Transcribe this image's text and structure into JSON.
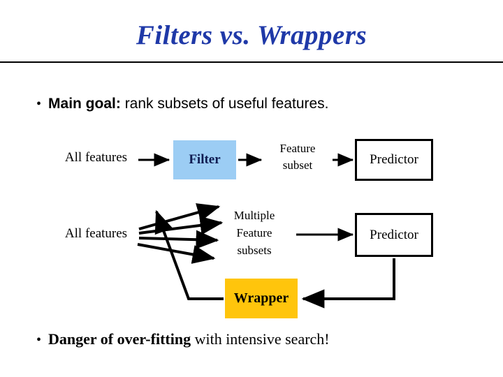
{
  "slide": {
    "title": "Filters vs. Wrappers",
    "title_color": "#1F39A8",
    "background": "#ffffff"
  },
  "bullets": {
    "top": {
      "marker": "•",
      "strong": "Main goal:",
      "rest": " rank subsets of useful features."
    },
    "bottom": {
      "marker": "•",
      "strong": "Danger of over-fitting",
      "rest": " with intensive search!"
    }
  },
  "diagram": {
    "filter_row": {
      "input_label": "All features",
      "filter_box": "Filter",
      "filter_box_color": "#9CCDF4",
      "middle_label": "Feature\nsubset",
      "predictor_box": "Predictor"
    },
    "wrapper_row": {
      "input_label": "All features",
      "middle_label": "Multiple\nFeature\nsubsets",
      "predictor_box": "Predictor",
      "wrapper_box": "Wrapper",
      "wrapper_box_color": "#FFC50C"
    }
  }
}
